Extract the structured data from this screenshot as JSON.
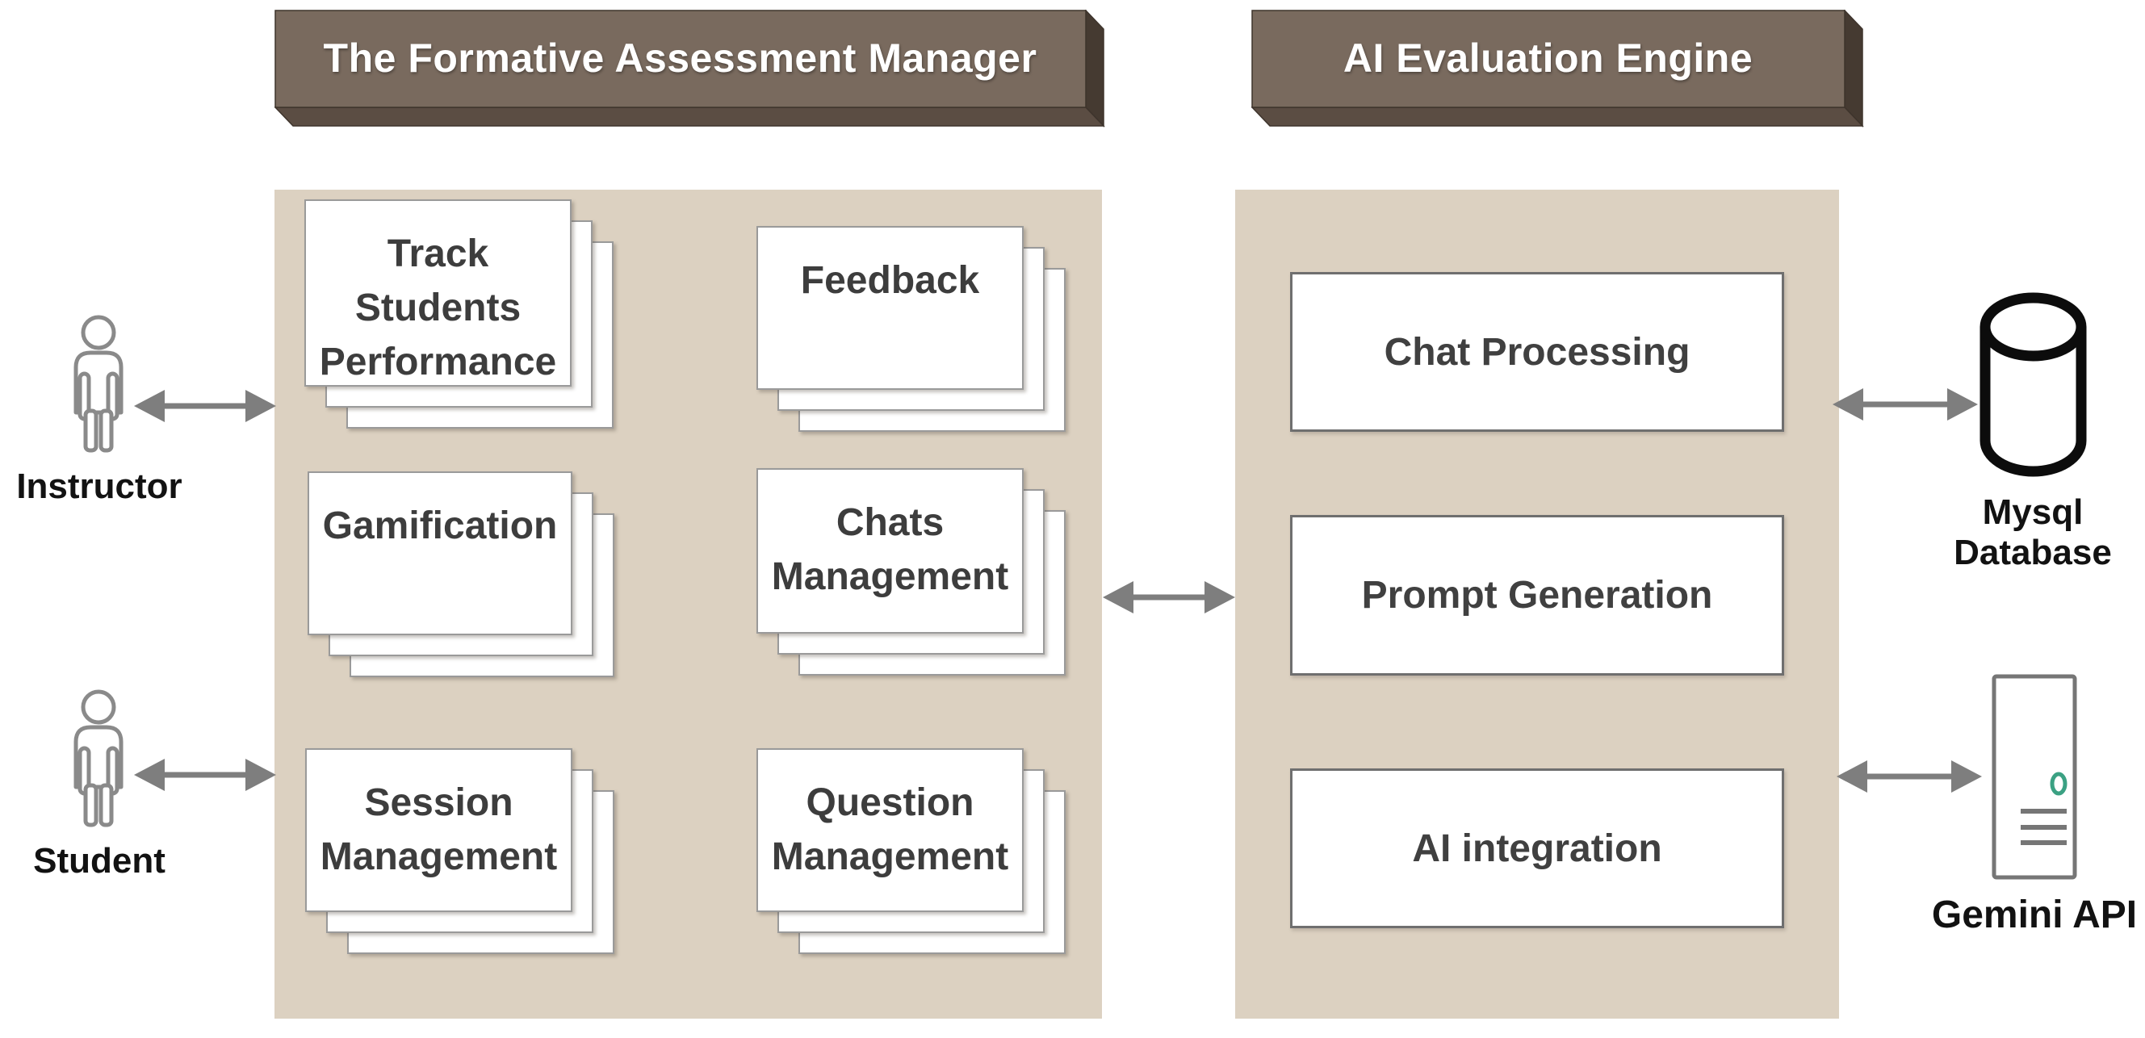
{
  "headers": {
    "fam": "The Formative Assessment Manager",
    "engine": "AI Evaluation Engine"
  },
  "fam_modules": {
    "track": {
      "lines": [
        "Track",
        "Students",
        "Performance"
      ]
    },
    "feedback": {
      "lines": [
        "Feedback"
      ]
    },
    "gamification": {
      "lines": [
        "Gamification"
      ]
    },
    "chats": {
      "lines": [
        "Chats",
        "Management"
      ]
    },
    "session": {
      "lines": [
        "Session",
        "Management"
      ]
    },
    "question": {
      "lines": [
        "Question",
        "Management"
      ]
    }
  },
  "engine_modules": {
    "chat_processing": "Chat Processing",
    "prompt_generation": "Prompt Generation",
    "ai_integration": "AI integration"
  },
  "actors": {
    "instructor": "Instructor",
    "student": "Student"
  },
  "external_systems": {
    "mysql": {
      "line1": "Mysql",
      "line2": "Database"
    },
    "gemini": {
      "label": "Gemini API"
    }
  },
  "icons": {
    "instructor": "person-icon",
    "student": "person-icon",
    "mysql": "database-cylinder-icon",
    "gemini": "server-icon",
    "connections": "double-headed-arrow-icon"
  },
  "colors": {
    "panel_tan": "#dcd1c1",
    "slab_face_brown": "#796a5e",
    "slab_bevel_right": "#453a31",
    "slab_bevel_bottom": "#5b4d43",
    "slab_outline": "#3e342c",
    "arrow_gray": "#7e7e7e",
    "card_border": "#9a9a9a",
    "box_border": "#6f6f6f",
    "module_text": "#3d3d3d",
    "label_text": "#121212",
    "person_stroke": "#8a8a8a",
    "server_stroke": "#767676",
    "server_led_teal": "#3ba183",
    "cylinder_stroke": "#0c0c0c",
    "header_text": "#ffffff"
  }
}
